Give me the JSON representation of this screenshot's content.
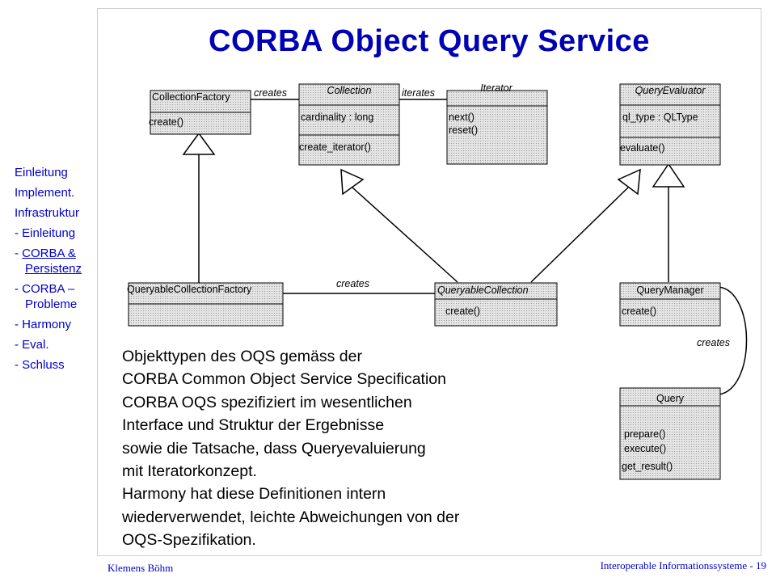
{
  "slide": {
    "title": "CORBA Object Query Service",
    "author": "Klemens Böhm",
    "footer": "Interoperable Informationssysteme - 19"
  },
  "nav": [
    {
      "label": "Einleitung"
    },
    {
      "label": "Implement."
    },
    {
      "label": "Infrastruktur"
    },
    {
      "label": "- Einleitung"
    },
    {
      "prefix": "- ",
      "label": "CORBA &",
      "label2": "Persistenz",
      "underlined": true
    },
    {
      "label": "- CORBA –",
      "label2": "Probleme"
    },
    {
      "label": "- Harmony"
    },
    {
      "label": "- Eval."
    },
    {
      "label": "- Schluss"
    }
  ],
  "colors": {
    "title": "#0000b4",
    "nav": "#0000cc",
    "class_fill": "#d8d8d8"
  },
  "classes": {
    "collection_factory": {
      "name": "CollectionFactory",
      "ops": [
        "create()"
      ]
    },
    "collection": {
      "name": "Collection",
      "attrs": [
        "cardinality : long"
      ],
      "ops": [
        "create_iterator()"
      ]
    },
    "iterator": {
      "name": "Iterator",
      "ops": [
        "next()",
        "reset()"
      ]
    },
    "query_evaluator": {
      "name": "QueryEvaluator",
      "attrs": [
        "ql_type : QLType"
      ],
      "ops": [
        "evaluate()"
      ]
    },
    "queryable_collection_factory": {
      "name": "QueryableCollectionFactory"
    },
    "queryable_collection": {
      "name": "QueryableCollection",
      "ops": [
        "create()"
      ]
    },
    "query_manager": {
      "name": "QueryManager",
      "ops": [
        "create()"
      ]
    },
    "query": {
      "name": "Query",
      "ops": [
        "prepare()",
        "execute()",
        "get_result()"
      ]
    }
  },
  "associations": {
    "factory_collection": "creates",
    "collection_iterator": "iterates",
    "qcf_qc": "creates",
    "qm_query": "creates"
  },
  "body_text": [
    "Objekttypen des OQS gemäss der",
    "CORBA Common Object Service Specification",
    "CORBA OQS spezifiziert im wesentlichen",
    "Interface und Struktur der Ergebnisse",
    "sowie die Tatsache, dass Queryevaluierung",
    "mit Iteratorkonzept.",
    "Harmony hat diese Definitionen intern",
    "wiederverwendet, leichte Abweichungen von der",
    "OQS-Spezifikation."
  ]
}
